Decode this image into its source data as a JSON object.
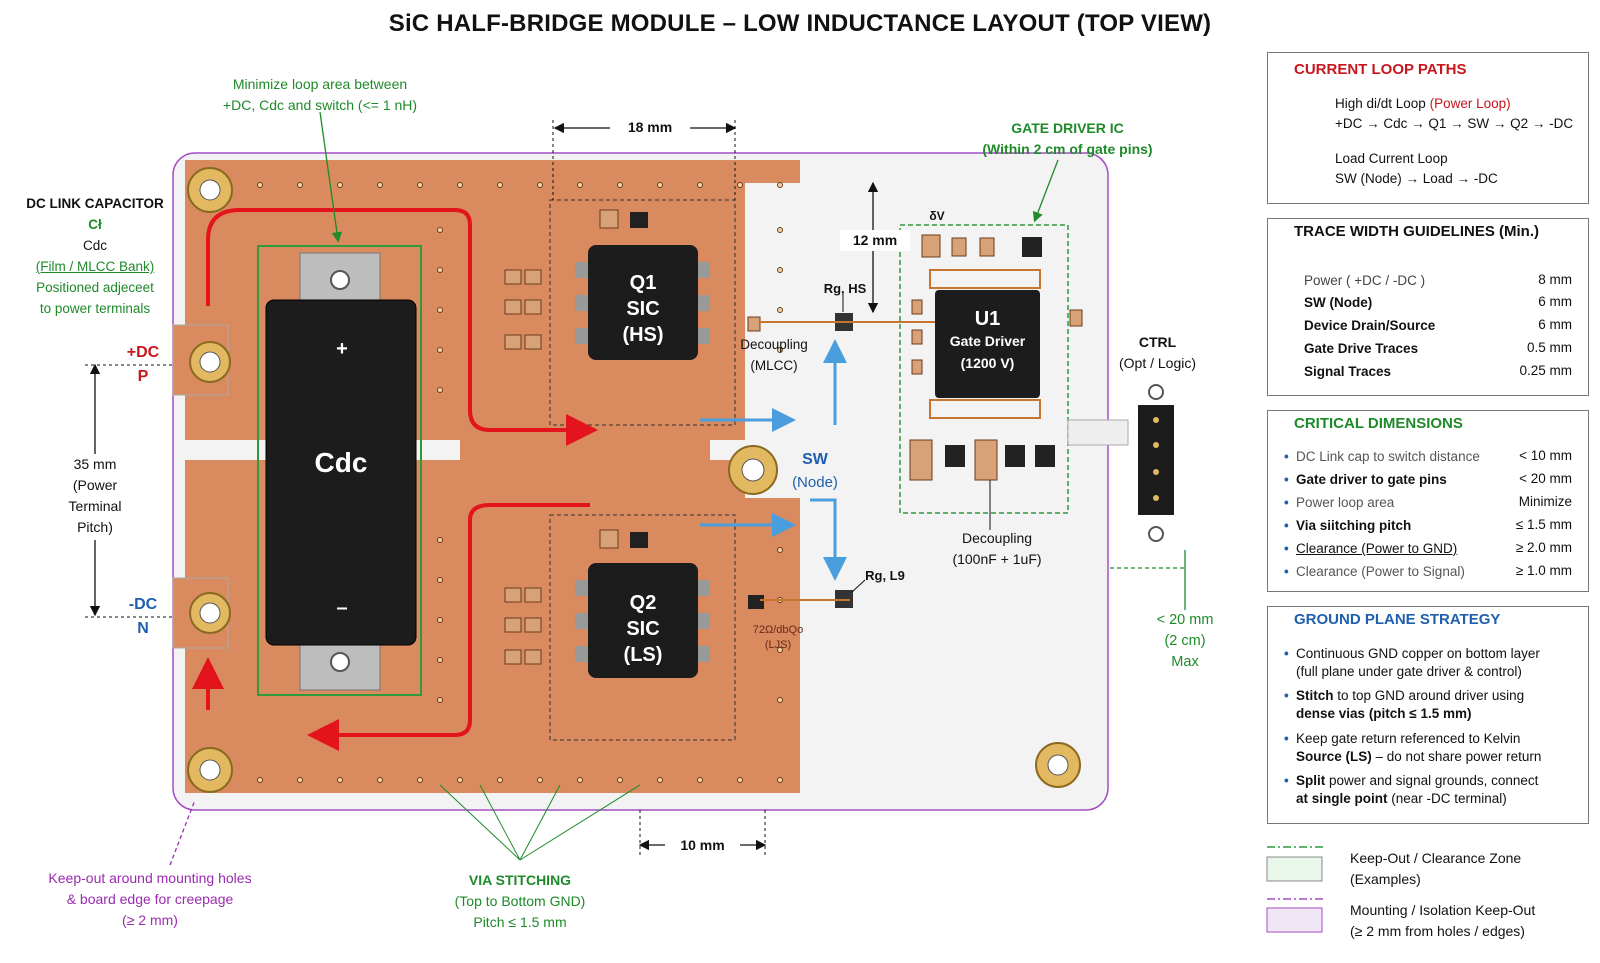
{
  "title": "SiC HALF-BRIDGE MODULE – LOW INDUCTANCE LAYOUT (TOP VIEW)",
  "annotations": {
    "loop_note_1": "Minimize loop area between",
    "loop_note_2": "+DC, Cdc and switch (<= 1 nH)",
    "dim_18": "18 mm",
    "dim_12": "12 mm",
    "dim_10": "10 mm",
    "dim_35_1": "35 mm",
    "dim_35_2": "(Power",
    "dim_35_3": "Terminal",
    "dim_35_4": "Pitch)",
    "gate_ic_1": "GATE DRIVER IC",
    "gate_ic_2": "(Within 2 cm of gate pins)",
    "dclink_title": "DC LINK CAPACITOR",
    "dclink_sym": "Cł",
    "dclink_cdc": "Cdc",
    "dclink_type": "(Film / MLCC Bank)",
    "dclink_pos_1": "Positioned adjeceet",
    "dclink_pos_2": "to power terminals",
    "plus_dc": "+DC",
    "p": "P",
    "minus_dc": "-DC",
    "n": "N",
    "sw": "SW",
    "sw_node": "(Node)",
    "rg_hs": "Rg, HS",
    "rg_ls": "Rg, L9",
    "decoup_mlcc_1": "Decoupling",
    "decoup_mlcc_2": "(MLCC)",
    "decoup_gd_1": "Decoupling",
    "decoup_gd_2": "(100nF + 1uF)",
    "ctrl_1": "CTRL",
    "ctrl_2": "(Opt / Logic)",
    "max_1": "< 20 mm",
    "max_2": "(2 cm)",
    "max_3": "Max",
    "keepout_1": "Keep-out around mounting holes",
    "keepout_2": "& board edge for creepage",
    "keepout_3": "(≥ 2 mm)",
    "via_1": "VIA STITCHING",
    "via_2": "(Top to Bottom GND)",
    "via_3": "Pitch ≤ 1.5 mm",
    "ov": "δV",
    "ls_mark_1": "72Ω/dbQo",
    "ls_mark_2": "(LJS)"
  },
  "components": {
    "cap_label": "Cdc",
    "cap_plus": "+",
    "cap_minus": "–",
    "q1_1": "Q1",
    "q1_2": "SIC",
    "q1_3": "(HS)",
    "q2_1": "Q2",
    "q2_2": "SIC",
    "q2_3": "(LS)",
    "u1_1": "U1",
    "u1_2": "Gate Driver",
    "u1_3": "(1200 V)"
  },
  "legend_loops": {
    "title": "CURRENT LOOP PATHS",
    "hi_label": "High di/dt Loop",
    "hi_label_red": "(Power Loop)",
    "hi_path": "+DC → Cdc → Q1 → SW → Q2 → -DC",
    "load_label": "Load Current Loop",
    "load_path": "SW (Node) → Load → -DC",
    "hi_color": "#e3141b",
    "load_color": "#4a9ede"
  },
  "trace_width": {
    "title": "TRACE WIDTH GUIDELINES (Min.)",
    "rows": [
      {
        "name": "Power ( +DC / -DC )",
        "value": "8 mm"
      },
      {
        "name": "SW (Node)",
        "value": "6 mm"
      },
      {
        "name": "Device Drain/Source",
        "value": "6 mm"
      },
      {
        "name": "Gate Drive Traces",
        "value": "0.5 mm"
      },
      {
        "name": "Signal Traces",
        "value": "0.25 mm"
      }
    ]
  },
  "critical": {
    "title": "CRITICAL DIMENSIONS",
    "rows": [
      {
        "name": "DC Link cap to switch distance",
        "value": "< 10 mm"
      },
      {
        "name": "Gate driver to gate pins",
        "value": "< 20 mm"
      },
      {
        "name": "Power loop area",
        "value": "Minimize"
      },
      {
        "name": "Via siitching pitch",
        "value": "≤ 1.5 mm"
      },
      {
        "name": "Clearance (Power to GND)",
        "value": "≥ 2.0 mm"
      },
      {
        "name": "Clearance (Power to Signal)",
        "value": "≥ 1.0 mm"
      }
    ]
  },
  "ground": {
    "title": "GROUND PLANE STRATEGY",
    "b1_1": "Continuous GND copper on bottom layer",
    "b1_2": "(full plane under gate driver & control)",
    "b2_1a": "Stitch",
    "b2_1b": "to top GND around driver using",
    "b2_2a": "dense vias",
    "b2_2b": "(pitch ≤ 1.5 mm)",
    "b3_1": "Keep gate return referenced to Kelvin",
    "b3_2a": "Source (LS)",
    "b3_2b": "– do not share power return",
    "b4_1a": "Split",
    "b4_1b": "power and signal grounds, connect",
    "b4_2a": "at single point",
    "b4_2b": "(near -DC terminal)"
  },
  "bottom_legend": {
    "keepout_1": "Keep-Out / Clearance Zone",
    "keepout_2": "(Examples)",
    "mount_1": "Mounting / Isolation Keep-Out",
    "mount_2": "(≥ 2 mm from holes / edges)"
  },
  "colors": {
    "copper": "#d98a5e",
    "board": "#f4f4f4",
    "chip": "#1c1c1c",
    "keepout_green": "#2f9a3c",
    "keepout_purple": "#a44dc4"
  }
}
